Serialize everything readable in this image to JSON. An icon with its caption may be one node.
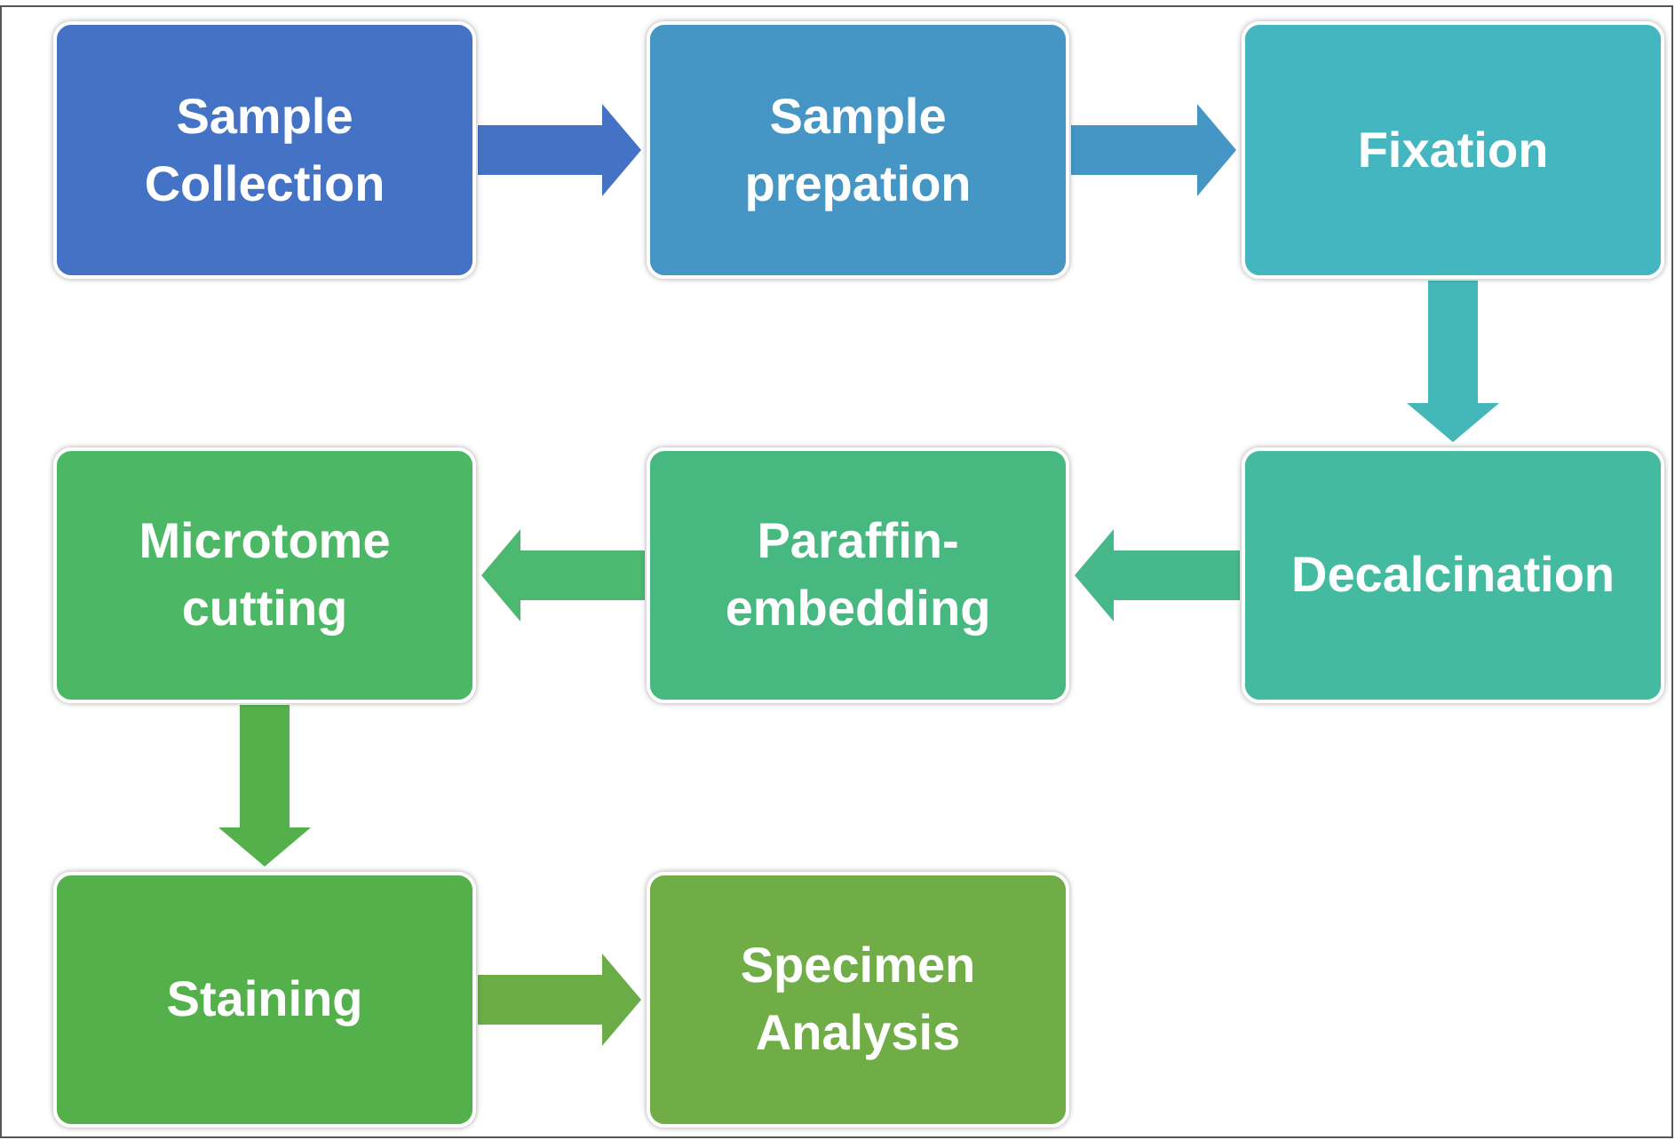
{
  "diagram": {
    "nodes": [
      {
        "text": [
          "Sample Collection"
        ]
      },
      {
        "text": [
          "Sample prepation"
        ]
      },
      {
        "text": [
          "Fixation"
        ]
      },
      {
        "text": [
          "Decalcination"
        ]
      },
      {
        "text": [
          "Paraffin-embedding"
        ]
      },
      {
        "text": [
          "Microtome cutting"
        ]
      },
      {
        "text": [
          "Staining"
        ]
      },
      {
        "text": [
          "Specimen Analysis"
        ]
      }
    ],
    "edges": [
      {
        "from": 0,
        "to": 1,
        "arrow": "to",
        "color": "#4472c4"
      },
      {
        "from": 1,
        "to": 2,
        "arrow": "to",
        "color": "#4596c4"
      },
      {
        "from": 2,
        "to": 3,
        "arrow": "to",
        "color": "#44b8b8"
      },
      {
        "from": 3,
        "to": 4,
        "arrow": "to",
        "color": "#46b88a"
      },
      {
        "from": 4,
        "to": 5,
        "arrow": "to",
        "color": "#4cb870"
      },
      {
        "from": 5,
        "to": 6,
        "arrow": "to",
        "color": "#54b04a"
      },
      {
        "from": 6,
        "to": 7,
        "arrow": "to",
        "color": "#6aad47"
      }
    ]
  }
}
